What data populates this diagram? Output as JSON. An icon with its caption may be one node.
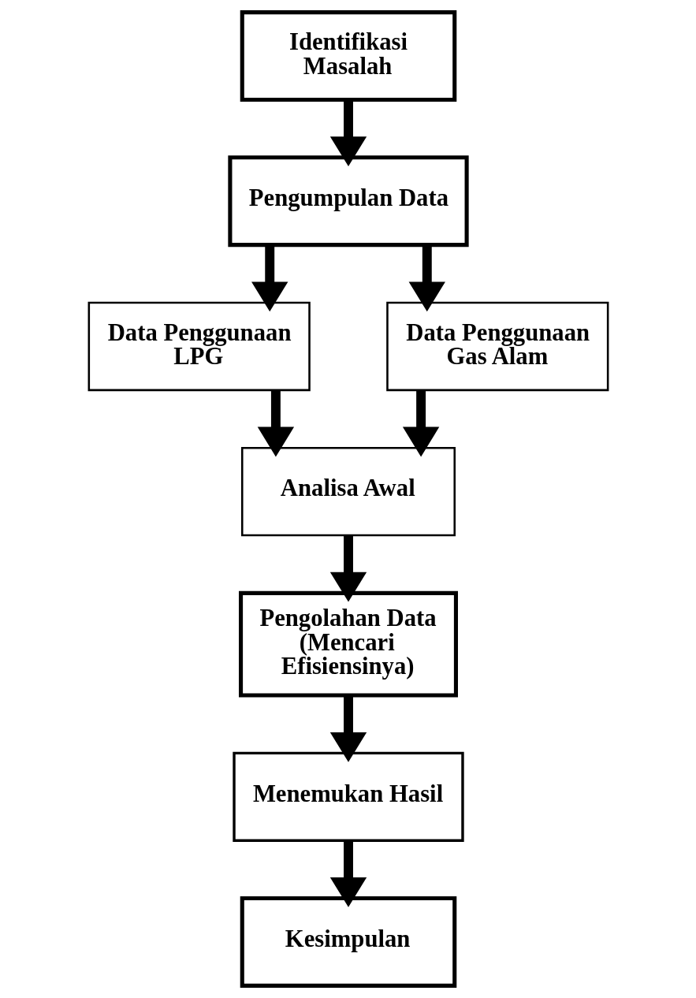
{
  "diagram": {
    "nodes": [
      {
        "text": [
          "Identifikasi Masalah"
        ]
      },
      {
        "text": [
          "Pengumpulan Data"
        ]
      },
      {
        "text": [
          "Data Penggunaan LPG"
        ]
      },
      {
        "text": [
          "Data Penggunaan Gas Alam"
        ]
      },
      {
        "text": [
          "Analisa Awal"
        ]
      },
      {
        "text": [
          "Pengolahan Data (Mencari Efisiensinya)"
        ]
      },
      {
        "text": [
          "Menemukan Hasil"
        ]
      },
      {
        "text": [
          "Kesimpulan"
        ]
      }
    ],
    "edges": [
      {
        "from": 0,
        "to": 1,
        "arrow": "to"
      },
      {
        "from": 1,
        "to": 2,
        "arrow": "to"
      },
      {
        "from": 1,
        "to": 3,
        "arrow": "to"
      },
      {
        "from": 2,
        "to": 4,
        "arrow": "to"
      },
      {
        "from": 3,
        "to": 4,
        "arrow": "to"
      },
      {
        "from": 4,
        "to": 5,
        "arrow": "to"
      },
      {
        "from": 5,
        "to": 6,
        "arrow": "to"
      },
      {
        "from": 6,
        "to": 7,
        "arrow": "to"
      }
    ]
  }
}
